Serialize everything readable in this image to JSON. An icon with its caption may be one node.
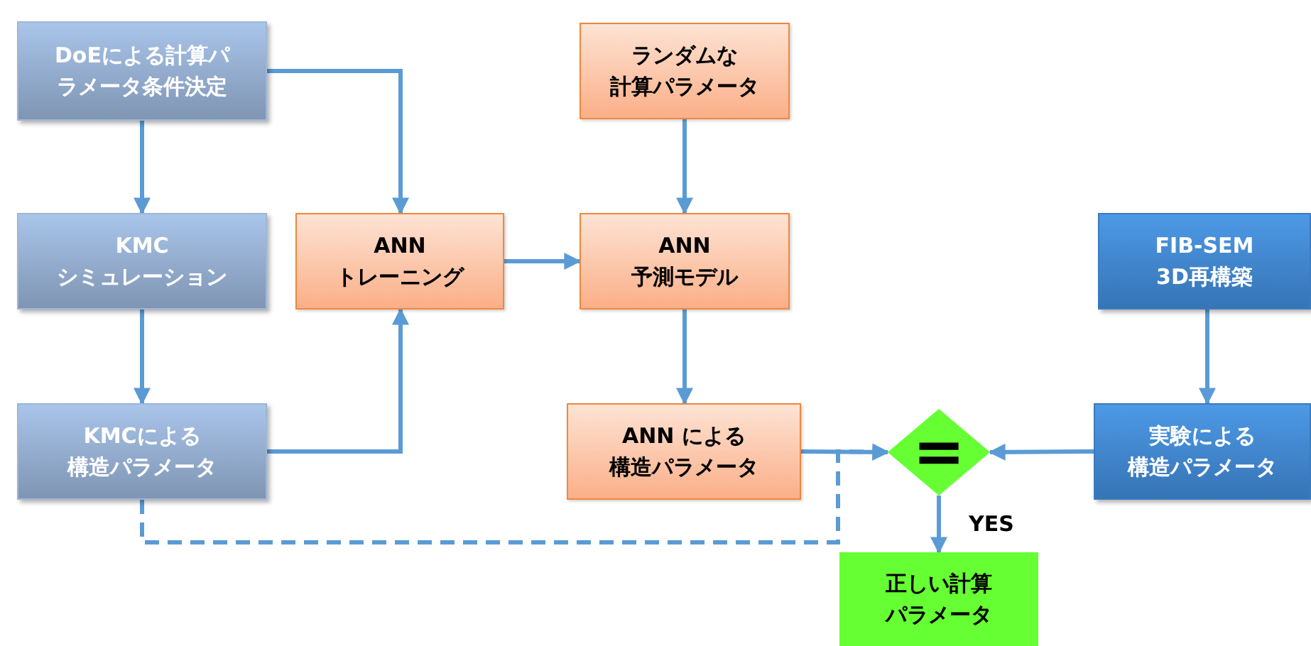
{
  "diagram": {
    "nodes": [
      {
        "text": [
          "DoEによる計算パラメータ条件決定"
        ]
      },
      {
        "text": [
          "KMC シミュレーション"
        ]
      },
      {
        "text": [
          "KMCによる構造パラメータ"
        ]
      },
      {
        "text": [
          "ANN トレーニング"
        ]
      },
      {
        "text": [
          "ランダムな計算パラメータ"
        ]
      },
      {
        "text": [
          "ANN 予測モデル"
        ]
      },
      {
        "text": [
          "ANN による構造パラメータ"
        ]
      },
      {
        "text": [
          "="
        ]
      },
      {
        "text": [
          "FIB-SEM 3D再構築"
        ]
      },
      {
        "text": [
          "実験による構造パラメータ"
        ]
      },
      {
        "text": [
          "正しい計算パラメータ"
        ]
      }
    ],
    "edges": [
      {
        "from": 0,
        "to": 1,
        "arrow": "to"
      },
      {
        "from": 1,
        "to": 2,
        "arrow": "to"
      },
      {
        "from": 0,
        "to": 3,
        "arrow": "to"
      },
      {
        "from": 2,
        "to": 3,
        "arrow": "to"
      },
      {
        "from": 3,
        "to": 5,
        "arrow": "to"
      },
      {
        "from": 4,
        "to": 5,
        "arrow": "to"
      },
      {
        "from": 5,
        "to": 6,
        "arrow": "to"
      },
      {
        "from": 6,
        "to": 7,
        "arrow": "to"
      },
      {
        "from": 9,
        "to": 7,
        "arrow": "to"
      },
      {
        "from": 8,
        "to": 9,
        "arrow": "to"
      },
      {
        "from": 7,
        "to": 10,
        "arrow": "to",
        "label": "YES"
      },
      {
        "from": 2,
        "to": 7,
        "arrow": "to",
        "style": "dashed"
      }
    ]
  }
}
